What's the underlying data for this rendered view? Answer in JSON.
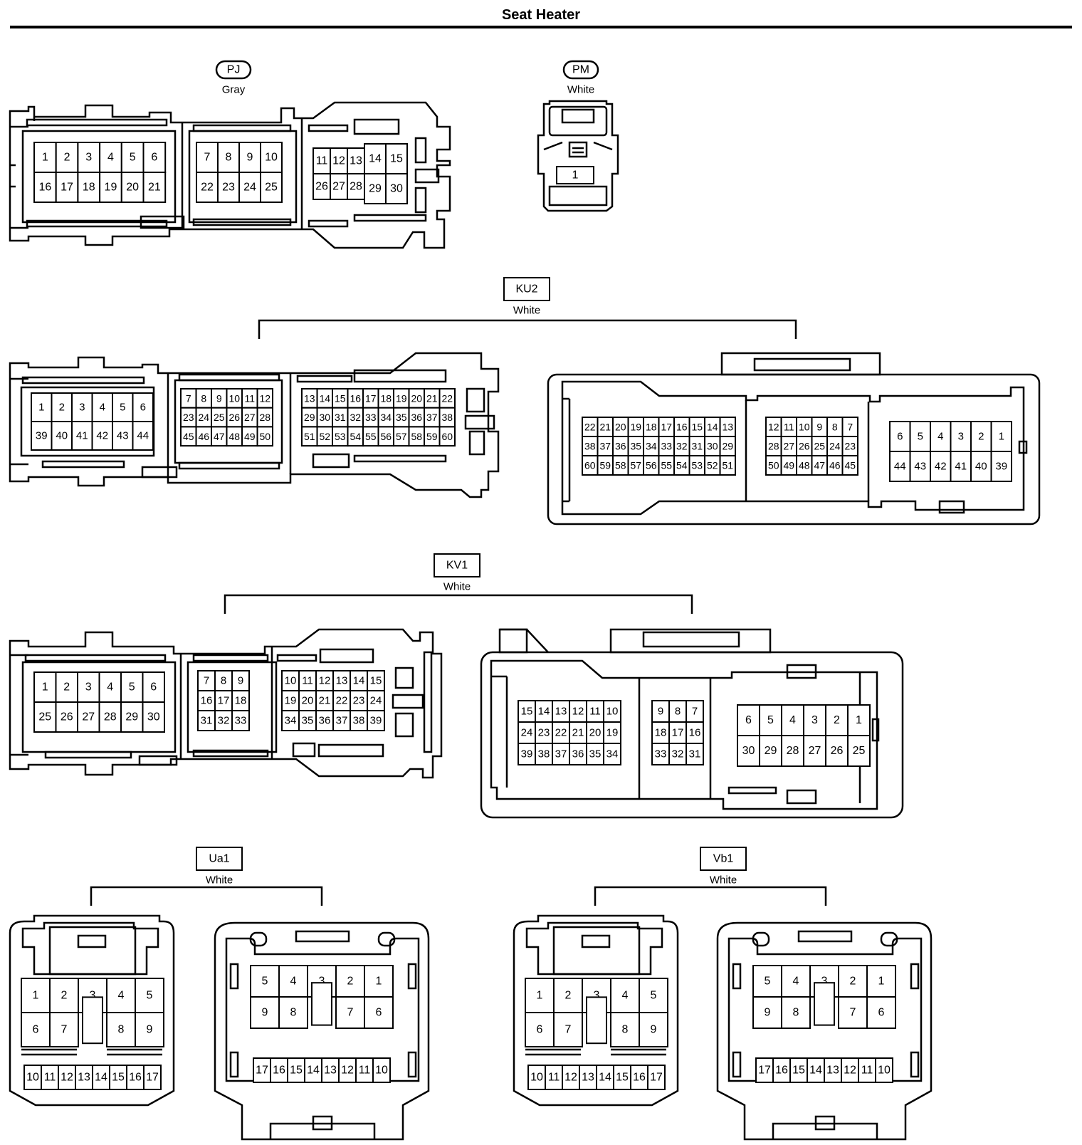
{
  "title": "Seat Heater",
  "connectors": {
    "PJ": {
      "code": "PJ",
      "color": "Gray",
      "tag": "oval"
    },
    "PM": {
      "code": "PM",
      "color": "White",
      "tag": "oval"
    },
    "KU2": {
      "code": "KU2",
      "color": "White",
      "tag": "box"
    },
    "KV1": {
      "code": "KV1",
      "color": "White",
      "tag": "box"
    },
    "Ua1": {
      "code": "Ua1",
      "color": "White",
      "tag": "box"
    },
    "Vb1": {
      "code": "Vb1",
      "color": "White",
      "tag": "box"
    }
  },
  "pin_grids": {
    "PJ_a": [
      [
        "1",
        "2",
        "3",
        "4",
        "5",
        "6"
      ],
      [
        "16",
        "17",
        "18",
        "19",
        "20",
        "21"
      ]
    ],
    "PJ_b": [
      [
        "7",
        "8",
        "9",
        "10"
      ],
      [
        "22",
        "23",
        "24",
        "25"
      ]
    ],
    "PJ_c1": [
      [
        "11",
        "12",
        "13"
      ],
      [
        "26",
        "27",
        "28"
      ]
    ],
    "PJ_c2": [
      [
        "14",
        "15"
      ],
      [
        "29",
        "30"
      ]
    ],
    "PM": [
      [
        "1"
      ]
    ],
    "KU2_a": [
      [
        "1",
        "2",
        "3",
        "4",
        "5",
        "6"
      ],
      [
        "39",
        "40",
        "41",
        "42",
        "43",
        "44"
      ]
    ],
    "KU2_b": [
      [
        "7",
        "8",
        "9",
        "10",
        "11",
        "12"
      ],
      [
        "23",
        "24",
        "25",
        "26",
        "27",
        "28"
      ],
      [
        "45",
        "46",
        "47",
        "48",
        "49",
        "50"
      ]
    ],
    "KU2_c": [
      [
        "13",
        "14",
        "15",
        "16",
        "17",
        "18",
        "19",
        "20",
        "21",
        "22"
      ],
      [
        "29",
        "30",
        "31",
        "32",
        "33",
        "34",
        "35",
        "36",
        "37",
        "38"
      ],
      [
        "51",
        "52",
        "53",
        "54",
        "55",
        "56",
        "57",
        "58",
        "59",
        "60"
      ]
    ],
    "KU2_d": [
      [
        "22",
        "21",
        "20",
        "19",
        "18",
        "17",
        "16",
        "15",
        "14",
        "13"
      ],
      [
        "38",
        "37",
        "36",
        "35",
        "34",
        "33",
        "32",
        "31",
        "30",
        "29"
      ],
      [
        "60",
        "59",
        "58",
        "57",
        "56",
        "55",
        "54",
        "53",
        "52",
        "51"
      ]
    ],
    "KU2_e": [
      [
        "12",
        "11",
        "10",
        "9",
        "8",
        "7"
      ],
      [
        "28",
        "27",
        "26",
        "25",
        "24",
        "23"
      ],
      [
        "50",
        "49",
        "48",
        "47",
        "46",
        "45"
      ]
    ],
    "KU2_f": [
      [
        "6",
        "5",
        "4",
        "3",
        "2",
        "1"
      ],
      [
        "44",
        "43",
        "42",
        "41",
        "40",
        "39"
      ]
    ],
    "KV1_a": [
      [
        "1",
        "2",
        "3",
        "4",
        "5",
        "6"
      ],
      [
        "25",
        "26",
        "27",
        "28",
        "29",
        "30"
      ]
    ],
    "KV1_b": [
      [
        "7",
        "8",
        "9"
      ],
      [
        "16",
        "17",
        "18"
      ],
      [
        "31",
        "32",
        "33"
      ]
    ],
    "KV1_c": [
      [
        "10",
        "11",
        "12",
        "13",
        "14",
        "15"
      ],
      [
        "19",
        "20",
        "21",
        "22",
        "23",
        "24"
      ],
      [
        "34",
        "35",
        "36",
        "37",
        "38",
        "39"
      ]
    ],
    "KV1_d": [
      [
        "15",
        "14",
        "13",
        "12",
        "11",
        "10"
      ],
      [
        "24",
        "23",
        "22",
        "21",
        "20",
        "19"
      ],
      [
        "39",
        "38",
        "37",
        "36",
        "35",
        "34"
      ]
    ],
    "KV1_e": [
      [
        "9",
        "8",
        "7"
      ],
      [
        "18",
        "17",
        "16"
      ],
      [
        "33",
        "32",
        "31"
      ]
    ],
    "KV1_f": [
      [
        "6",
        "5",
        "4",
        "3",
        "2",
        "1"
      ],
      [
        "30",
        "29",
        "28",
        "27",
        "26",
        "25"
      ]
    ],
    "Ua1_L_top": [
      [
        "1",
        "2",
        "3",
        "4",
        "5"
      ],
      [
        "6",
        "7",
        "",
        "8",
        "9"
      ]
    ],
    "Ua1_L_bot": [
      [
        "10",
        "11",
        "12",
        "13",
        "14",
        "15",
        "16",
        "17"
      ]
    ],
    "Ua1_R_top": [
      [
        "5",
        "4",
        "3",
        "2",
        "1"
      ],
      [
        "9",
        "8",
        "",
        "7",
        "6"
      ]
    ],
    "Ua1_R_bot": [
      [
        "17",
        "16",
        "15",
        "14",
        "13",
        "12",
        "11",
        "10"
      ]
    ],
    "Vb1_L_top": [
      [
        "1",
        "2",
        "3",
        "4",
        "5"
      ],
      [
        "6",
        "7",
        "",
        "8",
        "9"
      ]
    ],
    "Vb1_L_bot": [
      [
        "10",
        "11",
        "12",
        "13",
        "14",
        "15",
        "16",
        "17"
      ]
    ],
    "Vb1_R_top": [
      [
        "5",
        "4",
        "3",
        "2",
        "1"
      ],
      [
        "9",
        "8",
        "",
        "7",
        "6"
      ]
    ],
    "Vb1_R_bot": [
      [
        "17",
        "16",
        "15",
        "14",
        "13",
        "12",
        "11",
        "10"
      ]
    ]
  }
}
